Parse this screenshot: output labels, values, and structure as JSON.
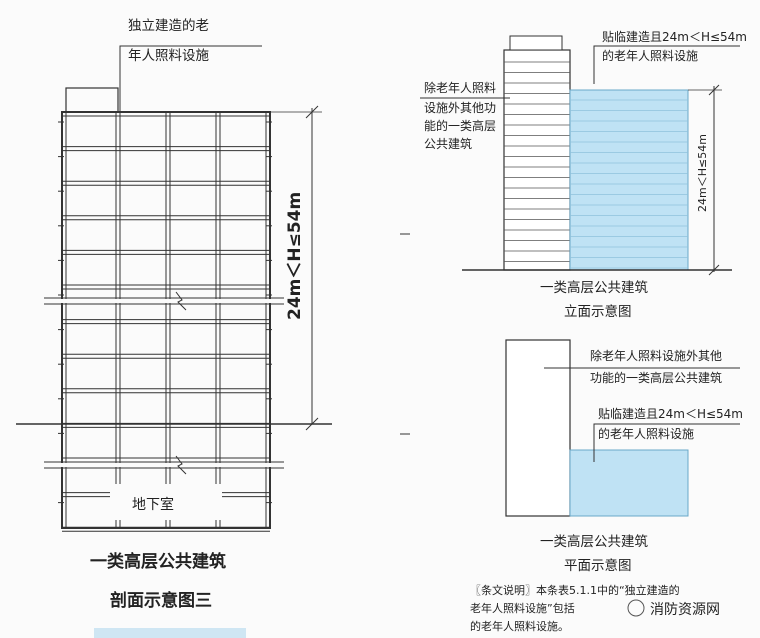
{
  "left": {
    "label_independent": [
      "独立建造的老",
      "年人照料设施"
    ],
    "dimension": "24m＜H≤54m",
    "basement": "地下室",
    "caption": [
      "一类高层公共建筑",
      "剖面示意图三"
    ]
  },
  "elevation": {
    "label_adjacent": [
      "贴临建造且24m＜H≤54m",
      "的老年人照料设施"
    ],
    "label_other": [
      "除老年人照料",
      "设施外其他功",
      "能的一类高层",
      "公共建筑"
    ],
    "dimension": "24m＜H≤54m",
    "caption": [
      "一类高层公共建筑",
      "立面示意图"
    ]
  },
  "plan": {
    "label_other": [
      "除老年人照料设施外其他",
      "功能的一类高层公共建筑"
    ],
    "label_adjacent": [
      "贴临建造且24m＜H≤54m",
      "的老年人照料设施"
    ],
    "caption": [
      "一类高层公共建筑",
      "平面示意图"
    ]
  },
  "note": {
    "lines": [
      "〖条文说明〗本条表5.1.1中的“独立建造的",
      "老年人照料设施”包括",
      "的老年人照料设施。"
    ],
    "watermark": "消防资源网"
  },
  "colors": {
    "building_fill": "#bfe2f4",
    "line": "#333333"
  }
}
